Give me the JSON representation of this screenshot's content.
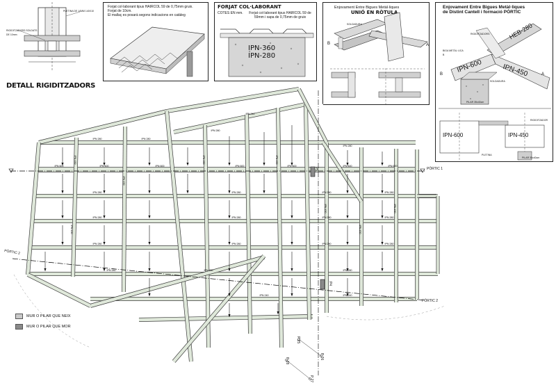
{
  "panels": {
    "rigid": {
      "title": "DETALL RIGIDITZADORS",
      "label_top": "PLETINA DE 14MM 140X10",
      "label_left": "RIGIDITZADORS SOLDATS DE 10mm"
    },
    "forjat_note": {
      "lines": [
        "Forjat col·laborant tipus HAIRCOL 59 de 0,75mm gruix.",
        "Forjat de 10cm.",
        "El mallaç es posarà segons indicacions en catàleg"
      ]
    },
    "forjat_collab": {
      "title": "FORJAT COL·LABORANT",
      "subtitle": "COTES EN mm.",
      "note": "Forjat col·laborant tipus HAIRCOL 59 de 59mm i xapa de 0,75mm de gruix",
      "ipn_top": "IPN-360",
      "ipn_bottom": "IPN-280"
    },
    "union": {
      "title_small": "Enjovament Entre Bigues Metàl·liques",
      "title": "UNIÓ EN RÒTULA",
      "label_soldadura": "SOLDADURA",
      "label_a": "A",
      "label_b": "B"
    },
    "portic": {
      "title_line1": "Enjovament Entre Bigues Metàl·liques",
      "title_line2": "de Distint Cantell i formació PÒRTIC",
      "beam_heb": "HEB-280",
      "beam_ipn600": "IPN-600",
      "beam_ipn450": "IPN-450",
      "label_rigid": "RIGIDITZADORS",
      "label_biga": "BIGA METÀL·LICA B",
      "label_soldadura": "SOLDADURA",
      "label_pilar": "PILAR 35x40cm",
      "label_a": "A",
      "label_b": "B",
      "detail_ipn600": "IPN-600",
      "detail_ipn450": "IPN-450",
      "detail_rig": "RIGIDITZADOR",
      "detail_pletina": "PLETINA",
      "detail_pilar": "PILAR 35x40cm"
    }
  },
  "plan": {
    "beam_labels": {
      "ipn600": "IPN 600",
      "ipn280": "IPN 280",
      "ipn240": "IPN 240",
      "ipn450": "IPN 450"
    },
    "portic1_right": "PÒRTIC 1",
    "portic2_left": "PÒRTIC 2",
    "portic2_right": "PÒRTIC 2",
    "pillar_p5": "P5",
    "pillar_p4": "P4",
    "p25": "P 25",
    "p26": "P 26",
    "p27": "P 27",
    "p28": "P 28"
  },
  "legend": {
    "nou": {
      "label": "MUR O PILAR QUE NEIX",
      "color": "#c9c9c9"
    },
    "mor": {
      "label": "MUR O PILAR QUE MOR",
      "color": "#8a8a8a"
    }
  },
  "colors": {
    "beam_fill": "#dfe8da",
    "beam_stroke": "#3a3a3a",
    "axis": "#000000"
  }
}
